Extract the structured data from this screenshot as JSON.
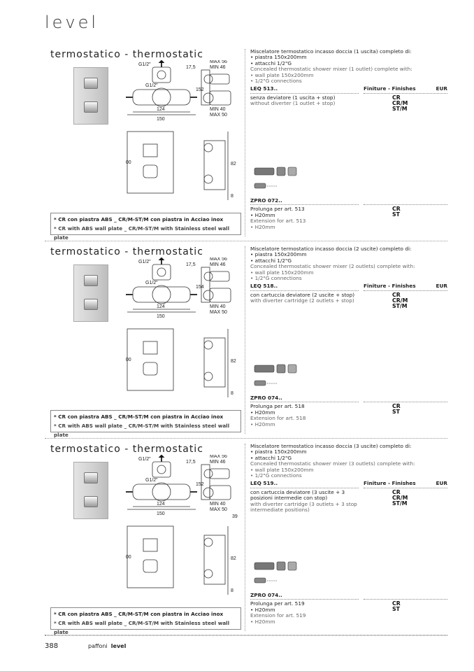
{
  "brand": "level",
  "sections": [
    {
      "title": "termostatico - thermostatic",
      "desc_it": "Miscelatore termostatico incasso doccia (1 uscita) completo di:",
      "bullets_it": [
        "piastra 150x200mm",
        "attacchi 1/2\"G"
      ],
      "desc_en": "Concealed thermostatic shower mixer (1 outlet) complete with:",
      "bullets_en": [
        "wall plate 150x200mm",
        "1/2\"G connections"
      ],
      "code": "LEQ 513..",
      "finishes_header": "Finiture - Finishes",
      "currency": "EUR",
      "variant_it": "senza deviatore (1 uscita + stop)",
      "variant_en": "without diverter (1 outlet + stop)",
      "finishes": [
        "CR",
        "CR/M",
        "ST/M"
      ],
      "ext_code": "ZPRO 072..",
      "ext_it": "Prolunga per art. 513",
      "ext_bullet_it": "H20mm",
      "ext_en": "Extension for art. 513",
      "ext_bullet_en": "H20mm",
      "ext_finishes": [
        "CR",
        "ST"
      ],
      "note_it": "* CR con piastra ABS _ CR/M-ST/M con piastra in Acciao inox",
      "note_en": "* CR with ABS wall plate _ CR/M-ST/M with Stainless steel wall plate",
      "dims": {
        "g": "G1/2\"",
        "w1": "124",
        "w2": "150",
        "h": "200",
        "d1": "17,5",
        "max1": "MAX 56",
        "min1": "MIN 46",
        "hh": "152",
        "min2": "MIN 40",
        "max2": "MAX 50",
        "d82": "82",
        "d8": "8",
        "d39": ""
      }
    },
    {
      "title": "termostatico - thermostatic",
      "desc_it": "Miscelatore termostatico incasso doccia (2 uscite) completo di:",
      "bullets_it": [
        "piastra 150x200mm",
        "attacchi 1/2\"G"
      ],
      "desc_en": "Concealed thermostatic shower mixer (2 outlets) complete with:",
      "bullets_en": [
        "wall plate 150x200mm",
        "1/2\"G connections"
      ],
      "code": "LEQ 518..",
      "finishes_header": "Finiture - Finishes",
      "currency": "EUR",
      "variant_it": "con cartuccia deviatore (2 uscite + stop)",
      "variant_en": "with diverter cartridge (2 outlets + stop)",
      "finishes": [
        "CR",
        "CR/M",
        "ST/M"
      ],
      "ext_code": "ZPRO 074..",
      "ext_it": "Prolunga per art. 518",
      "ext_bullet_it": "H20mm",
      "ext_en": "Extension for art. 518",
      "ext_bullet_en": "H20mm",
      "ext_finishes": [
        "CR",
        "ST"
      ],
      "note_it": "* CR con piastra ABS _ CR/M-ST/M con piastra in Acciao inox",
      "note_en": "* CR with ABS wall plate _ CR/M-ST/M with Stainless steel wall plate",
      "dims": {
        "g": "G1/2\"",
        "w1": "124",
        "w2": "150",
        "h": "200",
        "d1": "17,5",
        "max1": "MAX 56",
        "min1": "MIN 46",
        "hh": "154",
        "min2": "MIN 40",
        "max2": "MAX 50",
        "d82": "82",
        "d8": "8",
        "d39": ""
      }
    },
    {
      "title": "termostatico - thermostatic",
      "desc_it": "Miscelatore termostatico incasso doccia (3 uscite) completo di:",
      "bullets_it": [
        "piastra 150x200mm",
        "attacchi 1/2\"G"
      ],
      "desc_en": "Concealed thermostatic shower mixer (3 outlets) complete with:",
      "bullets_en": [
        "wall plate 150x200mm",
        "1/2\"G connections"
      ],
      "code": "LEQ 519..",
      "finishes_header": "Finiture - Finishes",
      "currency": "EUR",
      "variant_it": "con cartuccia deviatore (3 uscite + 3 posizioni intermedie con stop)",
      "variant_en": "with diverter cartridge (3 outlets + 3 stop intermediate positions)",
      "finishes": [
        "CR",
        "CR/M",
        "ST/M"
      ],
      "ext_code": "ZPRO 074..",
      "ext_it": "Prolunga per art. 519",
      "ext_bullet_it": "H20mm",
      "ext_en": "Extension for art. 519",
      "ext_bullet_en": "H20mm",
      "ext_finishes": [
        "CR",
        "ST"
      ],
      "note_it": "* CR con piastra ABS _ CR/M-ST/M con piastra in Acciao inox",
      "note_en": "* CR with ABS wall plate _ CR/M-ST/M with Stainless steel wall plate",
      "dims": {
        "g": "G1/2\"",
        "w1": "124",
        "w2": "150",
        "h": "200",
        "d1": "17,5",
        "max1": "MAX 56",
        "min1": "MIN 46",
        "hh": "152",
        "min2": "MIN 40",
        "max2": "MAX 50",
        "d82": "82",
        "d8": "8",
        "d39": "39"
      }
    }
  ],
  "footer": {
    "page": "388",
    "brand": "paffoni",
    "line": "level"
  }
}
